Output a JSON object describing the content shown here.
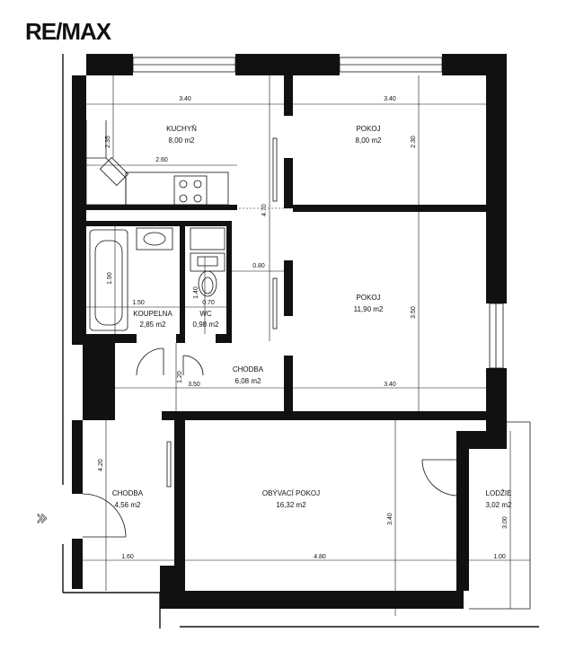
{
  "brand": {
    "logo": "RE/MAX"
  },
  "rooms": {
    "kitchen": {
      "name": "KUCHYŇ",
      "area": "8,00 m2"
    },
    "room1": {
      "name": "POKOJ",
      "area": "8,00 m2"
    },
    "room2": {
      "name": "POKOJ",
      "area": "11,90 m2"
    },
    "bathroom": {
      "name": "KOUPELNA",
      "area": "2,85 m2"
    },
    "wc": {
      "name": "WC",
      "area": "0,98 m2"
    },
    "hall_upper": {
      "name": "CHODBA",
      "area": "6,08 m2"
    },
    "hall_lower": {
      "name": "CHODBA",
      "area": "4,56 m2"
    },
    "living": {
      "name": "OBÝVACÍ POKOJ",
      "area": "16,32 m2"
    },
    "loggia": {
      "name": "LODŽIE",
      "area": "3,02 m2"
    }
  },
  "dimensions": {
    "kitchen_width": "3.40",
    "room1_width": "3.40",
    "kitchen_depth": "2.35",
    "kitchen_counter": "2.60",
    "room1_depth": "2.30",
    "corridor_len": "4.70",
    "door_width": "0.80",
    "bath_depth": "1.90",
    "bath_width": "1.50",
    "wc_depth": "1.40",
    "wc_width": "0.70",
    "room2_depth": "3.50",
    "hall_width": "1.20",
    "upper_left_width": "3.50",
    "room2_width": "3.40",
    "hall_lower_depth": "4.20",
    "living_depth": "3.40",
    "loggia_depth": "3.00",
    "hall_lower_width": "1.60",
    "living_width": "4.80",
    "loggia_width": "1.00"
  },
  "entry_symbol": "»"
}
